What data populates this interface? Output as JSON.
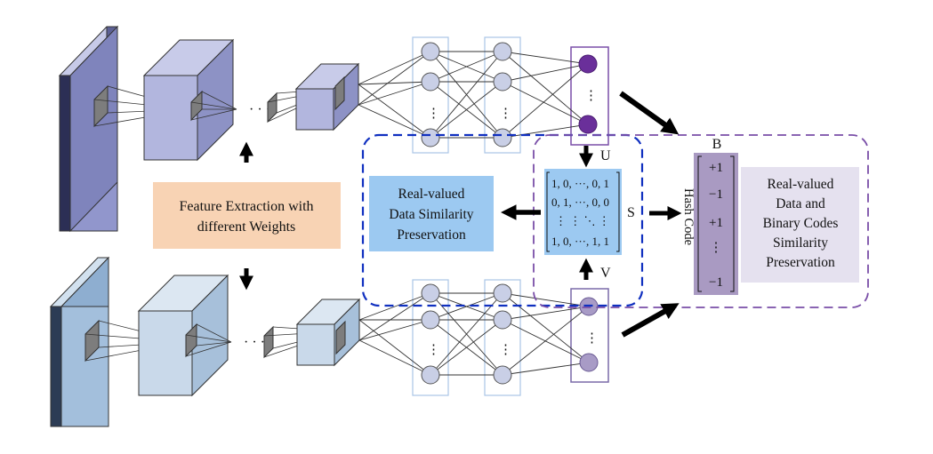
{
  "labels": {
    "feature_extraction_line1": "Feature Extraction with",
    "feature_extraction_line2": "different Weights",
    "real_valued_line1": "Real-valued",
    "real_valued_line2": "Data Similarity",
    "real_valued_line3": "Preservation",
    "binary_line1": "Real-valued",
    "binary_line2": "Data and",
    "binary_line3": "Binary Codes",
    "binary_line4": "Similarity",
    "binary_line5": "Preservation",
    "u": "U",
    "v": "V",
    "s": "S",
    "b": "B",
    "hash_code": "Hash Code",
    "ellipsis": "· · ·",
    "vdots": "⋮"
  },
  "matrix_s": {
    "row1": "1, 0, ···, 0, 1",
    "row2": "0, 1, ···, 0, 0",
    "row3": "⋮      ⋮     ⋱    ⋮",
    "row4": "1, 0, ···, 1, 1"
  },
  "hash_vector": [
    "+1",
    "−1",
    "+1",
    "⋮",
    "−1"
  ],
  "colors": {
    "top_cube": "#a7abd6",
    "bottom_cube": "#a8c2dc",
    "node": "#c9cfe6",
    "top_output_node": "#6a2f9a",
    "bottom_output_node": "#a89bc6",
    "feature_box": "#f8d3b4",
    "similarity_box": "#9cc9f1",
    "hash_box": "#a99ac2",
    "binary_box": "#e5e1ef",
    "blue_dash": "#1030c0",
    "purple_dash": "#7a4fa8"
  }
}
